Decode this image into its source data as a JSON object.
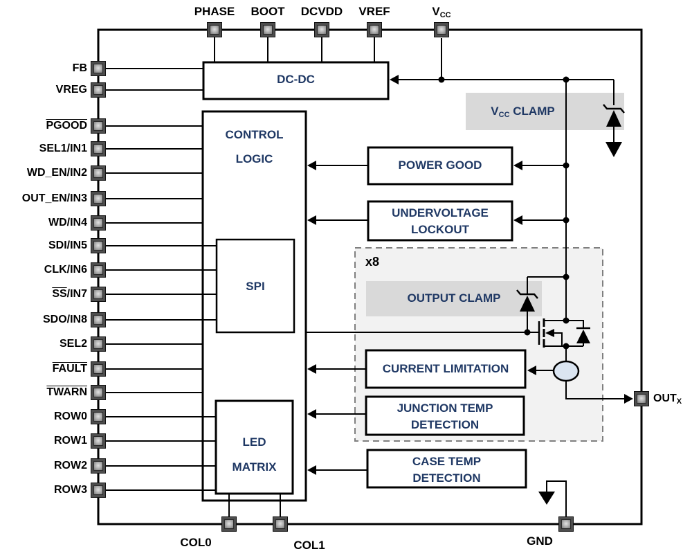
{
  "pins": {
    "top": [
      {
        "label": "PHASE"
      },
      {
        "label": "BOOT"
      },
      {
        "label": "DCVDD"
      },
      {
        "label": "VREF"
      },
      {
        "main": "V",
        "sub": "CC"
      }
    ],
    "left": [
      {
        "label": "FB"
      },
      {
        "label": "VREG"
      },
      {
        "ov": "PGOOD"
      },
      {
        "label": "SEL1/IN1"
      },
      {
        "label": "WD_EN/IN2"
      },
      {
        "label": "OUT_EN/IN3"
      },
      {
        "label": "WD/IN4"
      },
      {
        "label": "SDI/IN5"
      },
      {
        "label": "CLK/IN6"
      },
      {
        "ov": "SS",
        "label": "/IN7"
      },
      {
        "label": "SDO/IN8"
      },
      {
        "label": "SEL2"
      },
      {
        "ov": "FAULT"
      },
      {
        "ov": "TWARN"
      },
      {
        "label": "ROW0"
      },
      {
        "label": "ROW1"
      },
      {
        "label": "ROW2"
      },
      {
        "label": "ROW3"
      }
    ],
    "bottom": [
      {
        "label": "COL0"
      },
      {
        "label": "COL1"
      },
      {
        "label": "GND"
      }
    ],
    "right": [
      {
        "main": "OUT",
        "sub": "X"
      }
    ]
  },
  "blocks": {
    "dcdc": "DC-DC",
    "control_logic": "CONTROL\nLOGIC",
    "spi": "SPI",
    "led_matrix": "LED\nMATRIX",
    "power_good": "POWER GOOD",
    "undervoltage_lockout": "UNDERVOLTAGE\nLOCKOUT",
    "current_limitation": "CURRENT LIMITATION",
    "junction_temp": "JUNCTION TEMP\nDETECTION",
    "case_temp": "CASE TEMP\nDETECTION",
    "output_clamp": "OUTPUT CLAMP",
    "vcc_clamp": {
      "main": "V",
      "sub": "CC",
      "rest": " CLAMP"
    },
    "multiplier": "x8"
  },
  "colors": {
    "block_text_navy": "#1f3864",
    "line_black": "#000000",
    "clamp_band_gray": "#d9d9d9",
    "x8_box_fill": "#f2f2f2",
    "x8_box_border": "#7f7f7f",
    "current_sensor_fill": "#dbe5f1",
    "pin_dark_gray": "#4d4d4d"
  }
}
